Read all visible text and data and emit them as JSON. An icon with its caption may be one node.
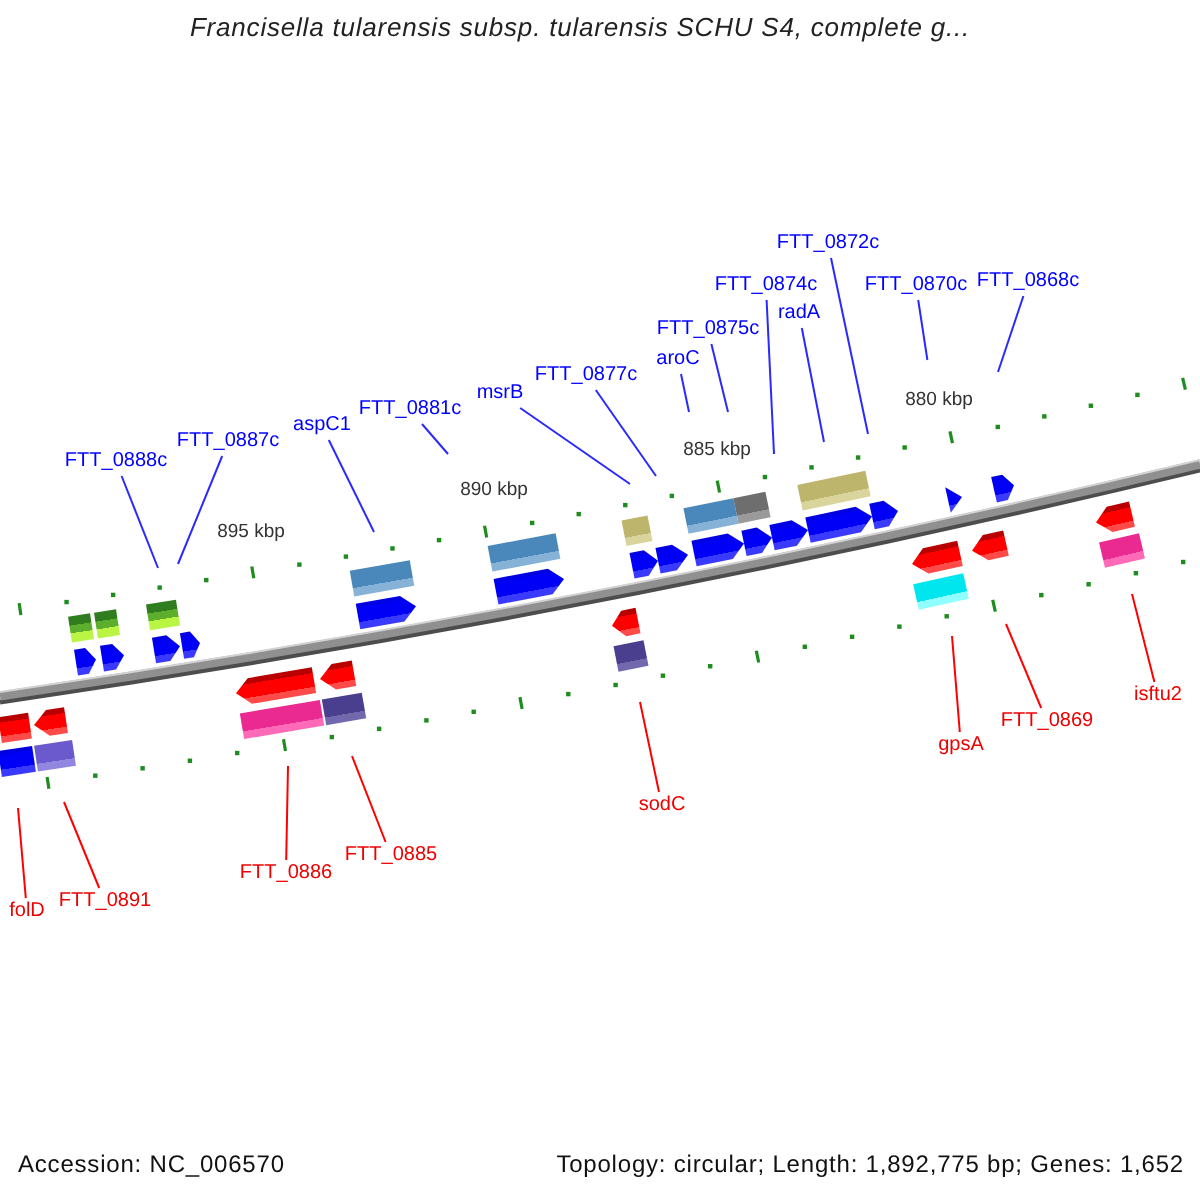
{
  "diagram": {
    "title": "Francisella tularensis subsp. tularensis SCHU S4, complete g...",
    "nodes": [
      {
        "text": [
          "FTT_0888c"
        ]
      },
      {
        "text": [
          "FTT_0887c"
        ]
      },
      {
        "text": [
          "aspC1"
        ]
      },
      {
        "text": [
          "FTT_0881c"
        ]
      },
      {
        "text": [
          "msrB"
        ]
      },
      {
        "text": [
          "FTT_0877c"
        ]
      },
      {
        "text": [
          "aroC"
        ]
      },
      {
        "text": [
          "FTT_0875c"
        ]
      },
      {
        "text": [
          "FTT_0874c"
        ]
      },
      {
        "text": [
          "radA"
        ]
      },
      {
        "text": [
          "FTT_0872c"
        ]
      },
      {
        "text": [
          "FTT_0870c"
        ]
      },
      {
        "text": [
          "FTT_0868c"
        ]
      },
      {
        "text": [
          "folD"
        ]
      },
      {
        "text": [
          "FTT_0891"
        ]
      },
      {
        "text": [
          "FTT_0886"
        ]
      },
      {
        "text": [
          "FTT_0885"
        ]
      },
      {
        "text": [
          "sodC"
        ]
      },
      {
        "text": [
          "gpsA"
        ]
      },
      {
        "text": [
          "FTT_0869"
        ]
      },
      {
        "text": [
          "isftu2"
        ]
      }
    ],
    "edges": [
      {
        "from": 0,
        "to": null,
        "arrow": "none"
      },
      {
        "from": 1,
        "to": null,
        "arrow": "none"
      },
      {
        "from": 2,
        "to": null,
        "arrow": "none"
      },
      {
        "from": 3,
        "to": null,
        "arrow": "none"
      },
      {
        "from": 4,
        "to": null,
        "arrow": "none"
      },
      {
        "from": 5,
        "to": null,
        "arrow": "none"
      },
      {
        "from": 6,
        "to": null,
        "arrow": "none"
      },
      {
        "from": 7,
        "to": null,
        "arrow": "none"
      },
      {
        "from": 8,
        "to": null,
        "arrow": "none"
      },
      {
        "from": 9,
        "to": null,
        "arrow": "none"
      },
      {
        "from": 10,
        "to": null,
        "arrow": "none"
      },
      {
        "from": 11,
        "to": null,
        "arrow": "none"
      },
      {
        "from": 12,
        "to": null,
        "arrow": "none"
      },
      {
        "from": 13,
        "to": null,
        "arrow": "none",
        "color": "#ff0000"
      },
      {
        "from": 14,
        "to": null,
        "arrow": "none",
        "color": "#ff0000"
      },
      {
        "from": 15,
        "to": null,
        "arrow": "none",
        "color": "#ff0000"
      },
      {
        "from": 16,
        "to": null,
        "arrow": "none",
        "color": "#ff0000"
      },
      {
        "from": 17,
        "to": null,
        "arrow": "none",
        "color": "#ff0000"
      },
      {
        "from": 18,
        "to": null,
        "arrow": "none",
        "color": "#ff0000"
      },
      {
        "from": 19,
        "to": null,
        "arrow": "none",
        "color": "#ff0000"
      },
      {
        "from": 20,
        "to": null,
        "arrow": "none",
        "color": "#ff0000"
      }
    ],
    "labels": [
      "895 kbp",
      "890 kbp",
      "885 kbp",
      "880 kbp",
      "Accession: NC_006570",
      "Topology: circular; Length: 1,892,775 bp; Genes: 1,652"
    ]
  }
}
